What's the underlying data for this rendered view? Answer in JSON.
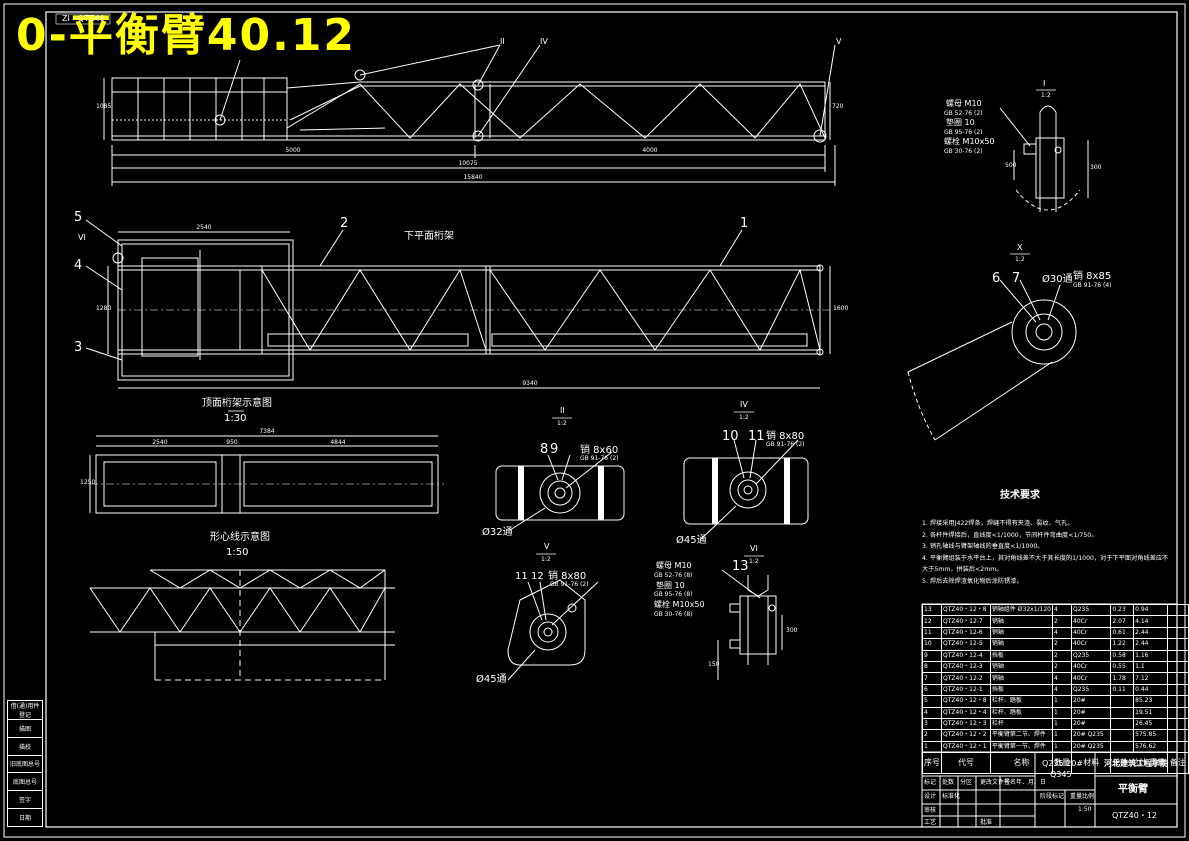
{
  "overlay_title": "0-平衡臂40.12",
  "stamp": "ZI・QTZ40",
  "views": {
    "bottom_chord": "下平面桁架",
    "top_chord": "顶面桁架示意图",
    "top_chord_scale": "1:30",
    "section": "形心线示意图",
    "section_scale": "1:50"
  },
  "section_marks": {
    "II": "II",
    "IV": "IV",
    "V": "V",
    "VI": "VI",
    "I": "I",
    "X": "X",
    "scale_10": "1:2"
  },
  "balloons": [
    "1",
    "2",
    "3",
    "4",
    "5",
    "6",
    "7",
    "8",
    "9",
    "10",
    "11",
    "12",
    "13"
  ],
  "dims": {
    "top_len_a": "5000",
    "top_len_b": "4000",
    "top_len_mid": "10075",
    "top_len_total": "15840",
    "top_h_left": "1085",
    "top_h_right": "720",
    "plan_w_a": "2540",
    "plan_w_total": "9340",
    "plan_h": "1280",
    "plan_h_r": "1600",
    "tc_total": "7384",
    "tc_a": "2540",
    "tc_b": "950",
    "tc_c": "4844",
    "tc_h": "1250",
    "d_32": "Ø32通",
    "d_45a": "Ø45通",
    "d_45b": "Ø45通",
    "d_30": "Ø30通",
    "pin_8x60": "销 8x60",
    "pin_8x80a": "销 8x80",
    "pin_8x80b": "销 8x80",
    "pin_8x85": "销 8x85",
    "gb_9176a": "GB 91-76 (2)",
    "gb_9176b": "GB 91-76 (2)",
    "gb_9176c": "GB 91-76 (4)",
    "gb_9176d": "GB 91-76 (2)",
    "dim_500": "500",
    "dim_300": "300",
    "dim_150": "150"
  },
  "callout_a": {
    "nut": "螺母 M10",
    "gb1": "GB 52-76 (2)",
    "washer": "垫圈 10",
    "gb2": "GB 95-76 (2)",
    "bolt": "螺栓 M10x50",
    "gb3": "GB 30-76 (2)"
  },
  "callout_b": {
    "nut": "螺母 M10",
    "gb1": "GB 52-76 (8)",
    "washer": "垫圈 10",
    "gb2": "GB 95-76 (8)",
    "bolt": "螺栓 M10x50",
    "gb3": "GB 30-76 (8)"
  },
  "tech": {
    "heading": "技术要求",
    "notes": [
      "1. 焊接采用J422焊条，焊缝不得有夹渣、裂纹、气孔。",
      "2. 各杆件焊接后，直线度<1/1000，节间杆件弯曲度<1/750。",
      "3. 销孔轴线与臂架轴线的垂直度<1/1000。",
      "4. 平衡臂组装于水平台上，其对角线差不大于其长度的1/1000，对于下平面对角线差应不",
      "   大于5mm，拼装后<2mm。",
      "5. 焊后去除焊渣氧化物后涂防锈漆。"
    ]
  },
  "parts": [
    [
      "13",
      "QTZ40・12・8",
      "销轴组件 Ø32x1/120",
      "4",
      "Q235",
      "0.23",
      "0.94"
    ],
    [
      "12",
      "QTZ40・12-7",
      "销轴",
      "2",
      "40Cr",
      "2.07",
      "4.14"
    ],
    [
      "11",
      "QTZ40・12-6",
      "销轴",
      "4",
      "40Cr",
      "0.61",
      "2.44"
    ],
    [
      "10",
      "QTZ40・12-5",
      "销轴",
      "2",
      "40Cr",
      "1.22",
      "2.44"
    ],
    [
      "9",
      "QTZ40・12-4",
      "挡板",
      "2",
      "Q235",
      "0.58",
      "1.16"
    ],
    [
      "8",
      "QTZ40・12-3",
      "销轴",
      "2",
      "40Cr",
      "0.55",
      "1.1"
    ],
    [
      "7",
      "QTZ40・12-2",
      "销轴",
      "4",
      "40Cr",
      "1.78",
      "7.12"
    ],
    [
      "6",
      "QTZ40・12-1",
      "挡板",
      "4",
      "Q235",
      "0.11",
      "0.44"
    ],
    [
      "5",
      "QTZ40・12・8",
      "栏杆、踏板",
      "1",
      "20#",
      "",
      "85.23"
    ],
    [
      "4",
      "QTZ40・12・4",
      "栏杆、踏板",
      "1",
      "20#",
      "",
      "19.51"
    ],
    [
      "3",
      "QTZ40・12・3",
      "栏杆",
      "1",
      "20#",
      "",
      "26.45"
    ],
    [
      "2",
      "QTZ40・12・2",
      "平衡臂第二节、焊件",
      "1",
      "20# Q235",
      "",
      "575.85"
    ],
    [
      "1",
      "QTZ40・12・1",
      "平衡臂第一节、焊件",
      "1",
      "20# Q235",
      "",
      "576.62"
    ]
  ],
  "parts_header": [
    "序号",
    "代号",
    "名称",
    "数量",
    "材料",
    "单件 总计 重量",
    "备注"
  ],
  "title_block": {
    "material": "Q235 20#",
    "material2": "Q345",
    "school": "河北建筑工程学院",
    "drawing_name": "平衡臂",
    "drawing_no": "QTZ40・12",
    "scale": "1:50",
    "weight_label": "重量",
    "scale_label": "比例",
    "rows": [
      "标记",
      "处数",
      "分区",
      "更改文件号",
      "签名",
      "年、月、日",
      "设计",
      "标准化",
      "阶段标记",
      "审核",
      "工艺",
      "批准"
    ]
  },
  "side_table": [
    "借(通)用件登记",
    "描图",
    "描校",
    "旧底图总号",
    "底图总号",
    "签字",
    "日期"
  ]
}
